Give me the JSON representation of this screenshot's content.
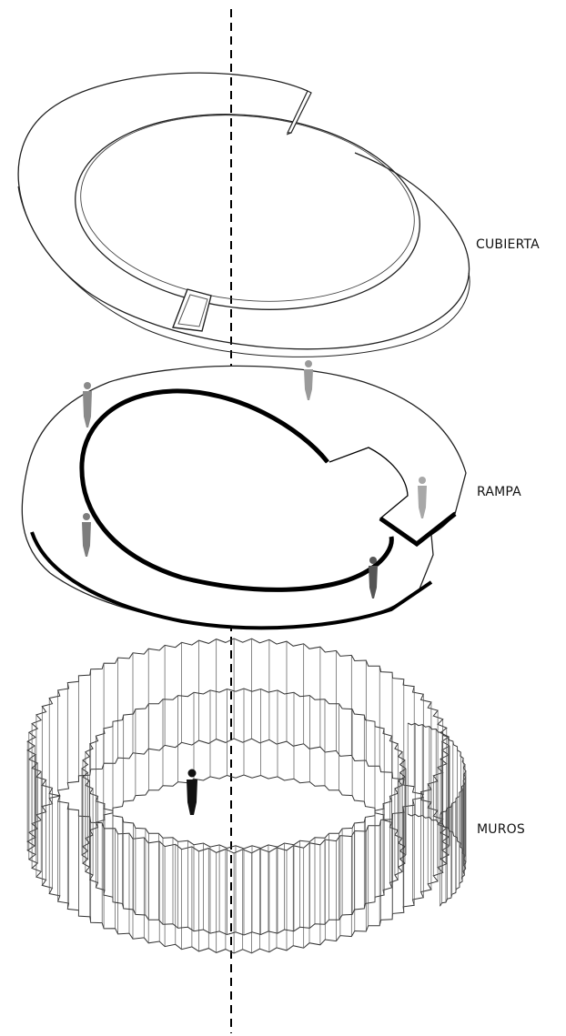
{
  "diagram": {
    "labels": {
      "roof": "CUBIERTA",
      "ramp": "RAMPA",
      "walls": "MUROS"
    },
    "colors": {
      "stroke": "#222222",
      "ramp_edge": "#000000",
      "figure_dark": "#111111",
      "figure_grey": "#8a8a8a",
      "axis": "#000000"
    }
  }
}
